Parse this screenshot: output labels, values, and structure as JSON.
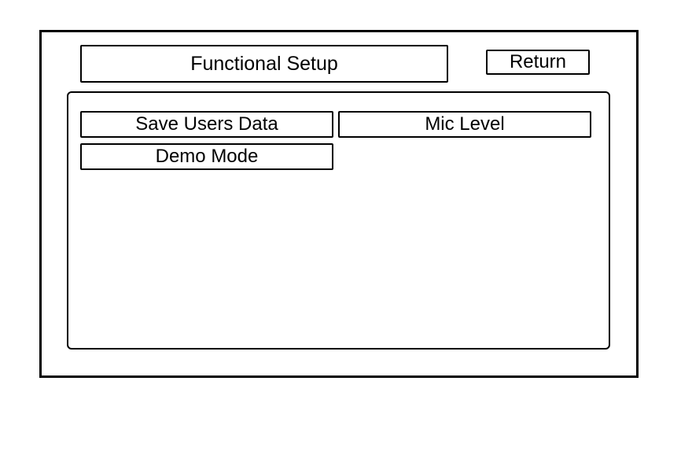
{
  "header": {
    "title": "Functional Setup",
    "return_label": "Return"
  },
  "menu": {
    "items": [
      {
        "label": "Save Users Data"
      },
      {
        "label": "Mic Level"
      },
      {
        "label": "Demo Mode"
      }
    ]
  }
}
